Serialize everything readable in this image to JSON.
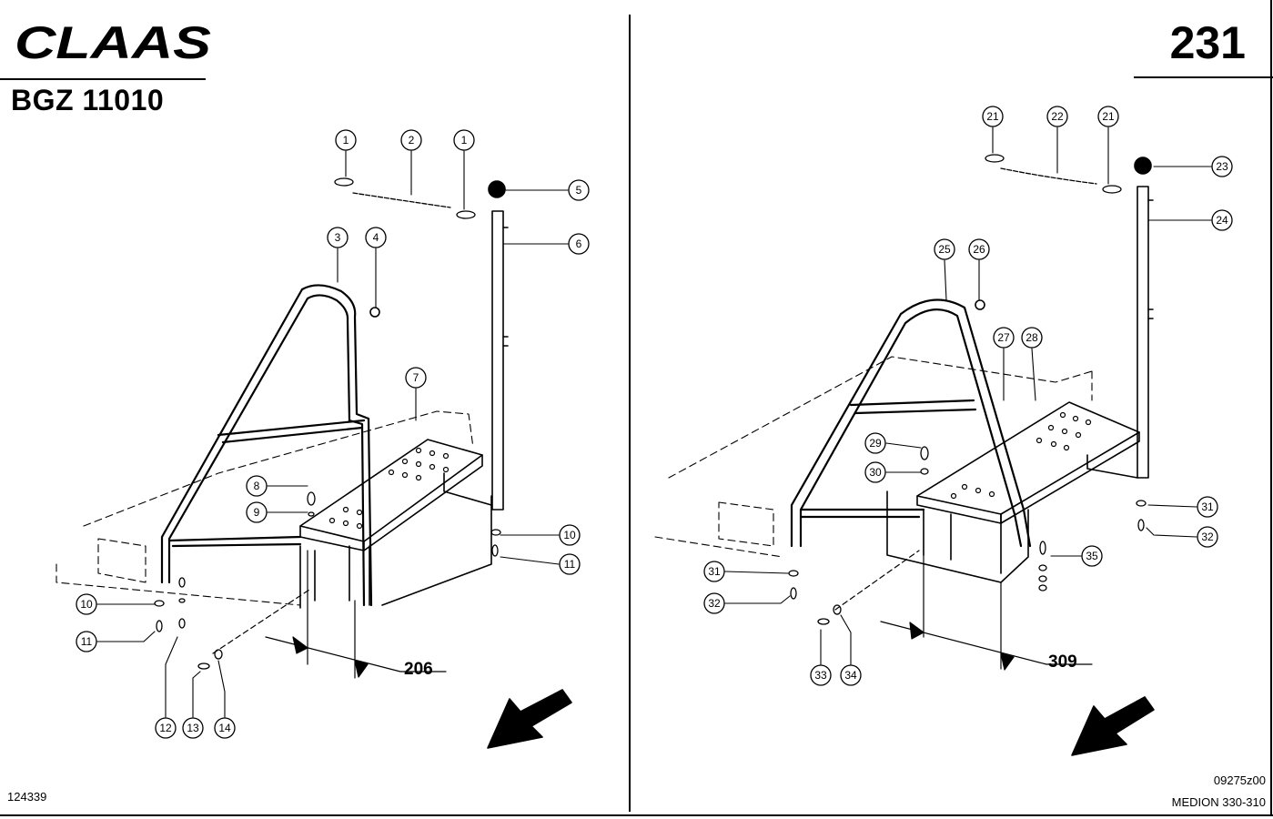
{
  "header": {
    "brand": "CLAAS",
    "doc_code": "BGZ 11010",
    "page_number": "231"
  },
  "footer": {
    "left_id": "124339",
    "right_code": "09275z00",
    "right_model": "MEDION 330-310"
  },
  "left_view": {
    "callouts": [
      "1",
      "2",
      "1",
      "3",
      "4",
      "5",
      "6",
      "7",
      "8",
      "9",
      "10",
      "11",
      "10",
      "11",
      "12",
      "13",
      "14"
    ],
    "dimension": "206"
  },
  "right_view": {
    "callouts": [
      "21",
      "22",
      "21",
      "23",
      "24",
      "25",
      "26",
      "27",
      "28",
      "29",
      "30",
      "31",
      "32",
      "31",
      "32",
      "33",
      "34",
      "35"
    ],
    "dimension": "309"
  },
  "colors": {
    "ink": "#000000",
    "paper": "#ffffff"
  }
}
